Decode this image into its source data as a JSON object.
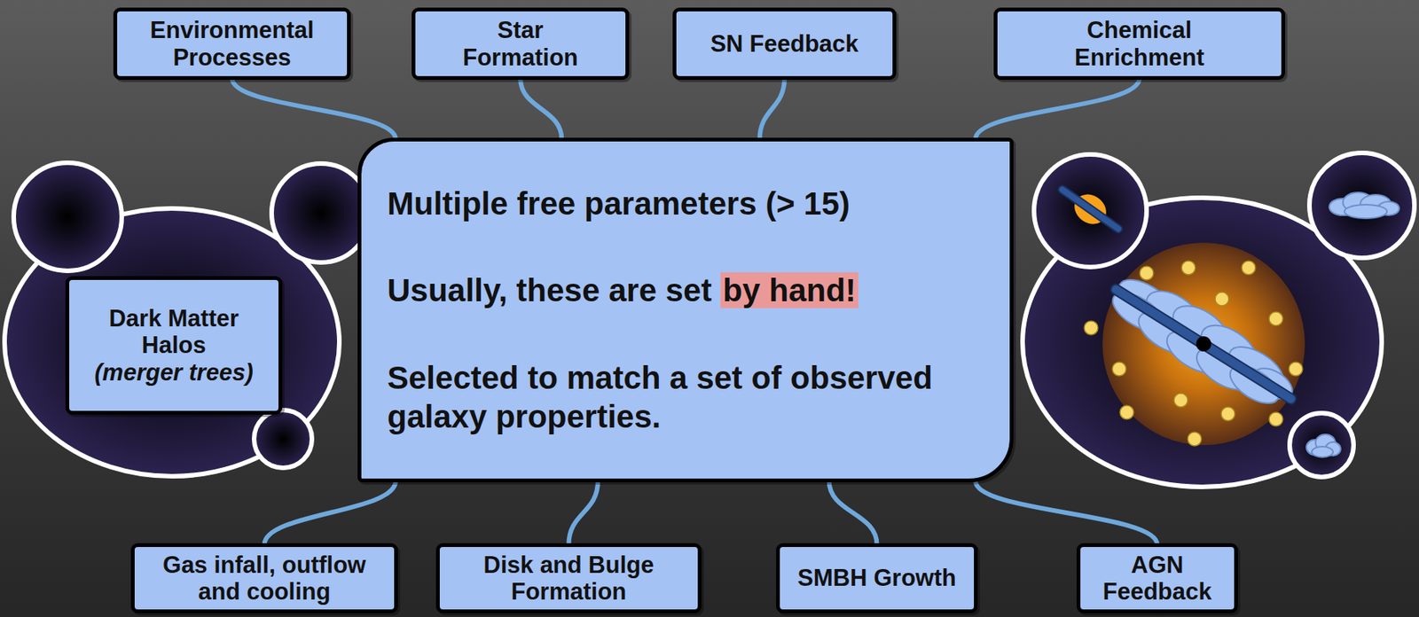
{
  "diagram": {
    "nodes": [
      {
        "text": [
          "Environmental Processes"
        ]
      },
      {
        "text": [
          "Star Formation"
        ]
      },
      {
        "text": [
          "SN Feedback"
        ]
      },
      {
        "text": [
          "Chemical Enrichment"
        ]
      },
      {
        "text": [
          "Dark Matter Halos",
          "(merger trees)"
        ]
      },
      {
        "text": [
          "Multiple free parameters (> 15)",
          "Usually, these are set by hand!",
          "Selected to match a set of observed galaxy properties."
        ]
      },
      {
        "text": [
          "Gas infall, outflow and cooling"
        ]
      },
      {
        "text": [
          "Disk and Bulge Formation"
        ]
      },
      {
        "text": [
          "SMBH Growth"
        ]
      },
      {
        "text": [
          "AGN Feedback"
        ]
      }
    ],
    "edges": [
      {
        "from": 5,
        "to": 0,
        "arrow": "none"
      },
      {
        "from": 5,
        "to": 1,
        "arrow": "none"
      },
      {
        "from": 5,
        "to": 2,
        "arrow": "none"
      },
      {
        "from": 5,
        "to": 3,
        "arrow": "none"
      },
      {
        "from": 5,
        "to": 6,
        "arrow": "none"
      },
      {
        "from": 5,
        "to": 7,
        "arrow": "none"
      },
      {
        "from": 5,
        "to": 8,
        "arrow": "none"
      },
      {
        "from": 5,
        "to": 9,
        "arrow": "none"
      }
    ]
  }
}
